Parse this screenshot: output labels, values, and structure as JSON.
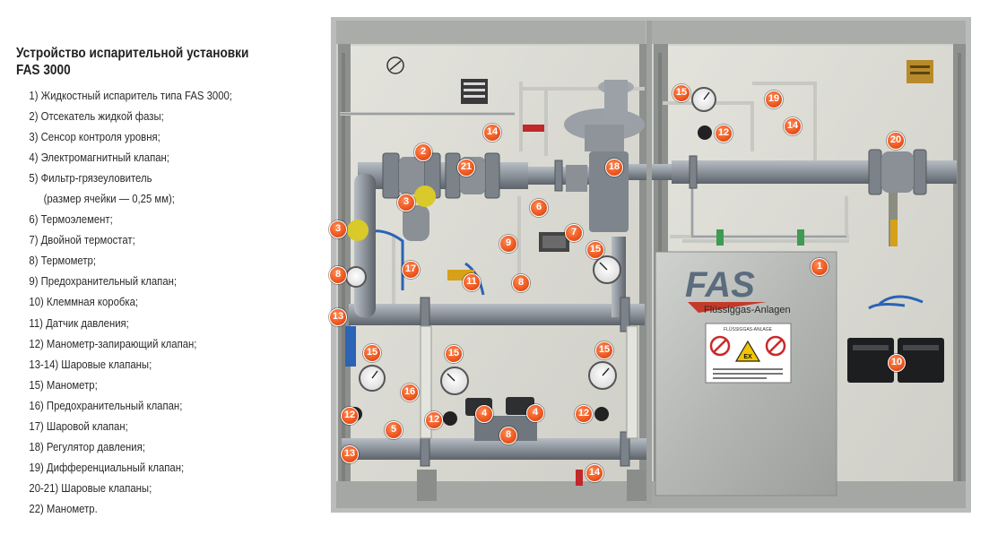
{
  "legend": {
    "title_line1": "Устройство испарительной установки",
    "title_line2": "FAS 3000",
    "items": [
      {
        "text": "1) Жидкостный испаритель типа FAS 3000;"
      },
      {
        "text": "2) Отсекатель жидкой фазы;"
      },
      {
        "text": "3) Сенсор контроля уровня;"
      },
      {
        "text": "4) Электромагнитный клапан;"
      },
      {
        "text": "5) Фильтр-грязеуловитель"
      },
      {
        "text": "(размер ячейки — 0,25 мм);",
        "indent": true
      },
      {
        "text": "6) Термоэлемент;"
      },
      {
        "text": "7) Двойной термостат;"
      },
      {
        "text": "8) Термометр;"
      },
      {
        "text": "9) Предохранительный клапан;"
      },
      {
        "text": "10) Клеммная коробка;"
      },
      {
        "text": "11) Датчик давления;"
      },
      {
        "text": "12) Манометр-запирающий клапан;"
      },
      {
        "text": "13-14) Шаровые клапаны;"
      },
      {
        "text": "15) Манометр;"
      },
      {
        "text": "16) Предохранительный клапан;"
      },
      {
        "text": "17) Шаровой клапан;"
      },
      {
        "text": "18) Регулятор давления;"
      },
      {
        "text": "19) Дифференциальный клапан;"
      },
      {
        "text": "20-21) Шаровые клапаны;"
      },
      {
        "text": "22) Манометр."
      }
    ]
  },
  "plate": {
    "logo": "FAS",
    "brand": "Flüssiggas-Anlagen",
    "sign_header": "FLÜSSIGGAS-ANLAGE",
    "ex_label": "EX"
  },
  "callouts": [
    {
      "label": "1"
    },
    {
      "label": "2"
    },
    {
      "label": "3"
    },
    {
      "label": "3"
    },
    {
      "label": "4"
    },
    {
      "label": "4"
    },
    {
      "label": "5"
    },
    {
      "label": "6"
    },
    {
      "label": "7"
    },
    {
      "label": "8"
    },
    {
      "label": "8"
    },
    {
      "label": "8"
    },
    {
      "label": "9"
    },
    {
      "label": "10"
    },
    {
      "label": "11"
    },
    {
      "label": "12"
    },
    {
      "label": "12"
    },
    {
      "label": "12"
    },
    {
      "label": "12"
    },
    {
      "label": "13"
    },
    {
      "label": "13"
    },
    {
      "label": "14"
    },
    {
      "label": "14"
    },
    {
      "label": "14"
    },
    {
      "label": "15"
    },
    {
      "label": "15"
    },
    {
      "label": "15"
    },
    {
      "label": "15"
    },
    {
      "label": "15"
    },
    {
      "label": "15"
    },
    {
      "label": "16"
    },
    {
      "label": "17"
    },
    {
      "label": "18"
    },
    {
      "label": "19"
    },
    {
      "label": "20"
    },
    {
      "label": "21"
    }
  ],
  "colors": {
    "callout": "#ef5a22",
    "pipe": "#8f969e",
    "cabinet": "#c9ccc9",
    "panel": "#dcdcd6",
    "steel_plate": "#b7b9b6"
  }
}
